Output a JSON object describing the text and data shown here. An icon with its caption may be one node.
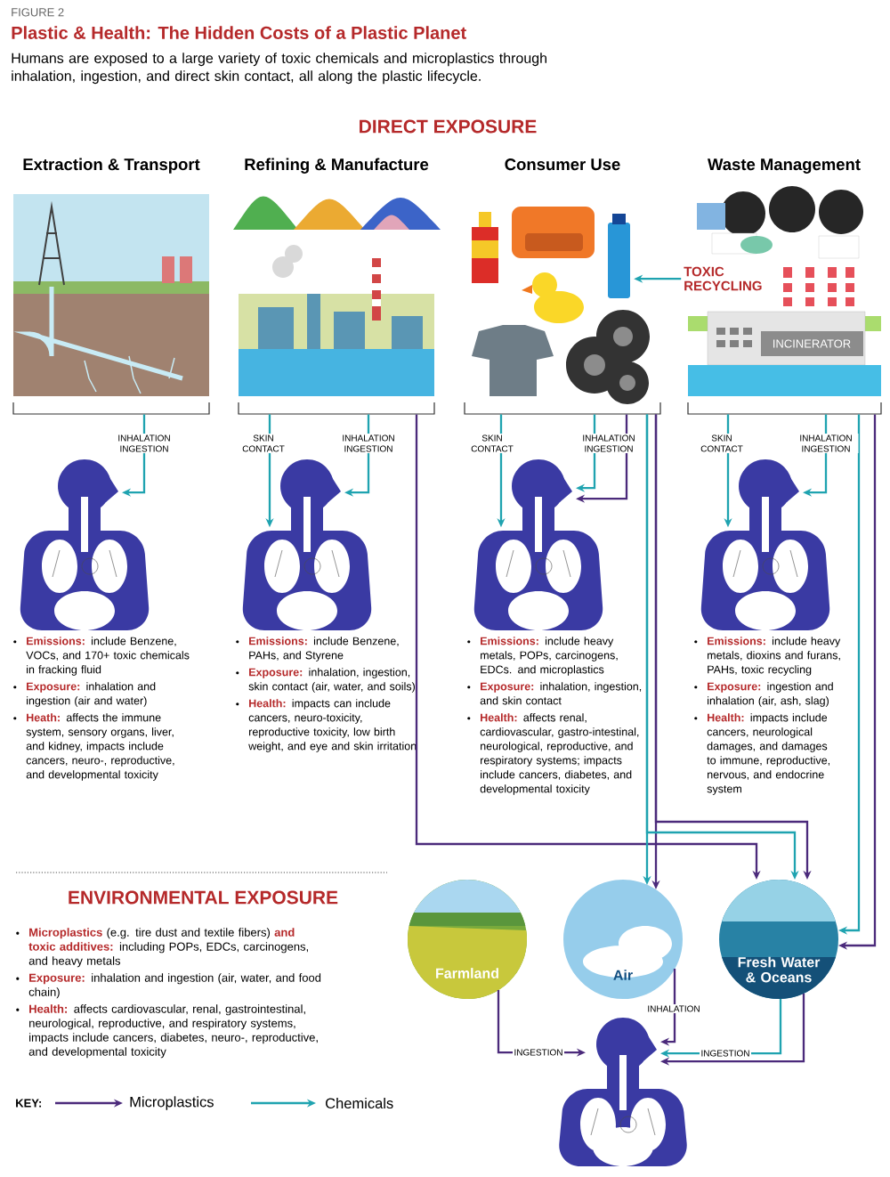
{
  "diagram": {
    "title": "Plastic & Health: The Hidden Costs of a Plastic Planet",
    "nodes": [
      {
        "text": [
          "Extraction & Transport"
        ]
      },
      {
        "text": [
          "Refining & Manufacture"
        ]
      },
      {
        "text": [
          "Consumer Use"
        ]
      },
      {
        "text": [
          "Waste Management",
          "TOXIC RECYCLING",
          "INCINERATOR"
        ]
      },
      {
        "text": [],
        "shape": "person",
        "beside": [
          "**Emissions:** include Benzene, VOCs, and 170+ toxic chemicals in fracking fluid",
          "**Exposure:** inhalation and ingestion (air and water)",
          "**Heath:** affects the immune system, sensory organs, liver, and kidney, impacts include cancers, neuro-, reproductive, and developmental toxicity"
        ]
      },
      {
        "text": [],
        "shape": "person",
        "beside": [
          "**Emissions:** include Benzene, PAHs, and Styrene",
          "**Exposure:** inhalation, ingestion, skin contact (air, water, and soils)",
          "**Health:** impacts can include cancers, neuro-toxicity, reproductive toxicity, low birth weight, and eye and skin irritation"
        ]
      },
      {
        "text": [],
        "shape": "person",
        "beside": [
          "**Emissions:** include heavy metals, POPs, carcinogens, EDCs. and microplastics",
          "**Exposure:** inhalation, ingestion, and skin contact",
          "**Health:** affects renal, cardiovascular, gastro-intestinal, neurological, reproductive, and respiratory systems; impacts include cancers, diabetes, and developmental toxicity"
        ]
      },
      {
        "text": [],
        "shape": "person",
        "beside": [
          "**Emissions:** include heavy metals, dioxins and furans, PAHs, toxic recycling",
          "**Exposure:** ingestion and inhalation (air, ash, slag)",
          "**Health:** impacts include cancers, neurological damages, and damages to immune, reproductive, nervous, and endocrine system"
        ]
      },
      {
        "text": [
          "Farmland"
        ]
      },
      {
        "text": [
          "Air"
        ]
      },
      {
        "text": [
          "Fresh Water & Oceans"
        ]
      },
      {
        "text": [],
        "shape": "person"
      }
    ],
    "edges": [
      {
        "from": 0,
        "to": 4,
        "arrow": "to",
        "label": "INHALATION INGESTION"
      },
      {
        "from": 1,
        "to": 5,
        "arrow": "to",
        "label": "SKIN CONTACT"
      },
      {
        "from": 1,
        "to": 5,
        "arrow": "to",
        "label": "INHALATION INGESTION"
      },
      {
        "from": 2,
        "to": 6,
        "arrow": "to",
        "label": "SKIN CONTACT"
      },
      {
        "from": 2,
        "to": 6,
        "arrow": "to",
        "label": "INHALATION INGESTION"
      },
      {
        "from": 2,
        "to": 6,
        "arrow": "to",
        "color": "#4b2a7b"
      },
      {
        "from": 3,
        "to": 7,
        "arrow": "to",
        "label": "SKIN CONTACT"
      },
      {
        "from": 3,
        "to": 7,
        "arrow": "to",
        "label": "INHALATION INGESTION"
      },
      {
        "from": 3,
        "to": 2,
        "arrow": "to"
      },
      {
        "from": 1,
        "to": 10,
        "arrow": "to",
        "color": "#4b2a7b"
      },
      {
        "from": 2,
        "to": 9,
        "arrow": "to"
      },
      {
        "from": 2,
        "to": 9,
        "arrow": "to",
        "color": "#4b2a7b"
      },
      {
        "from": 2,
        "to": 10,
        "arrow": "to"
      },
      {
        "from": 2,
        "to": 10,
        "arrow": "to",
        "color": "#4b2a7b"
      },
      {
        "from": 3,
        "to": 10,
        "arrow": "to"
      },
      {
        "from": 3,
        "to": 10,
        "arrow": "to",
        "color": "#4b2a7b"
      },
      {
        "from": 8,
        "to": 11,
        "arrow": "to",
        "label": "INGESTION",
        "color": "#4b2a7b"
      },
      {
        "from": 9,
        "to": 11,
        "arrow": "to",
        "label": "INHALATION",
        "color": "#4b2a7b"
      },
      {
        "from": 10,
        "to": 11,
        "arrow": "to",
        "label": "INGESTION"
      },
      {
        "from": 10,
        "to": 11,
        "arrow": "to",
        "color": "#4b2a7b"
      }
    ],
    "labels": [
      "FIGURE 2",
      "Humans are exposed to a large variety of toxic chemicals and microplastics through inhalation, ingestion, and direct skin contact, all along the plastic lifecycle.",
      "DIRECT EXPOSURE",
      "ENVIRONMENTAL EXPOSURE",
      "**Microplastics** (e.g. tire dust and textile fibers) **and toxic additives:** including POPs, EDCs, carcinogens, and heavy metals",
      "**Exposure:** inhalation and ingestion (air, water, and food chain)",
      "**Health:** affects cardiovascular, renal, gastrointestinal, neurological, reproductive, and respiratory systems, impacts include cancers, diabetes, neuro-, reproductive, and developmental toxicity",
      "KEY:"
    ],
    "legend": [
      {
        "text": "Microplastics"
      },
      {
        "text": "Chemicals"
      }
    ]
  }
}
